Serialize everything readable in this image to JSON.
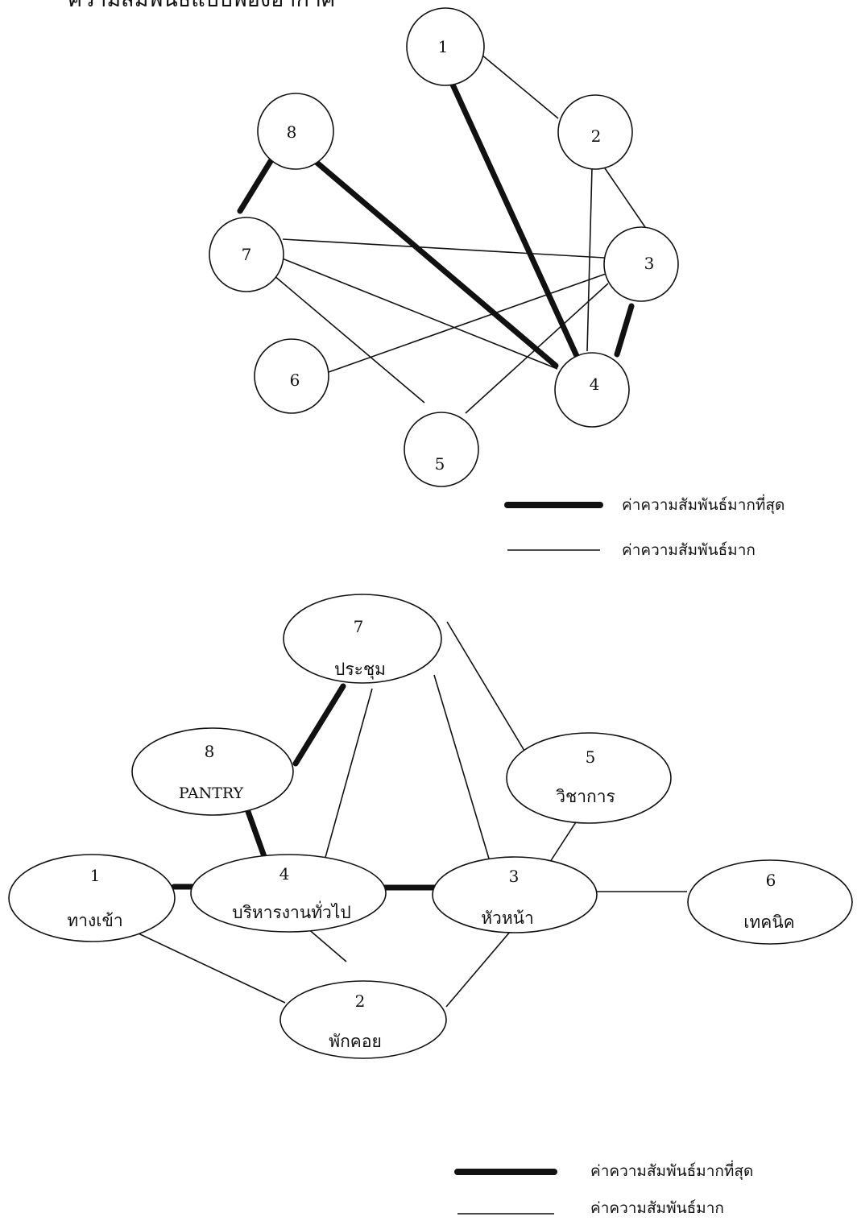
{
  "heading": "ความสัมพันธ์แบบพื้องอากาศ",
  "diagram1": {
    "nodes": [
      "1",
      "2",
      "3",
      "4",
      "5",
      "6",
      "7",
      "8"
    ],
    "strong_links": [
      [
        "1",
        "4"
      ],
      [
        "3",
        "4"
      ],
      [
        "8",
        "4"
      ],
      [
        "8",
        "7"
      ]
    ],
    "moderate_links": [
      [
        "1",
        "2"
      ],
      [
        "2",
        "3"
      ],
      [
        "2",
        "4"
      ],
      [
        "7",
        "3"
      ],
      [
        "7",
        "4"
      ],
      [
        "7",
        "5"
      ],
      [
        "6",
        "3"
      ],
      [
        "5",
        "3"
      ]
    ]
  },
  "legend_top": {
    "strong": "ค่าความสัมพันธ์มากที่สุด",
    "moderate": "ค่าความสัมพันธ์มาก"
  },
  "diagram2": {
    "nodes": [
      {
        "id": "1",
        "name": "ทางเข้า"
      },
      {
        "id": "2",
        "name": "พักคอย"
      },
      {
        "id": "3",
        "name": "หัวหน้า"
      },
      {
        "id": "4",
        "name": "บริหารงานทั่วไป"
      },
      {
        "id": "5",
        "name": "วิชาการ"
      },
      {
        "id": "6",
        "name": "เทคนิค"
      },
      {
        "id": "7",
        "name": "ประชุม"
      },
      {
        "id": "8",
        "name": "PANTRY"
      }
    ],
    "strong_links": [
      [
        "7",
        "8"
      ],
      [
        "8",
        "4"
      ],
      [
        "1",
        "4"
      ],
      [
        "4",
        "3"
      ]
    ],
    "moderate_links": [
      [
        "7",
        "4"
      ],
      [
        "7",
        "3"
      ],
      [
        "7",
        "5"
      ],
      [
        "5",
        "3"
      ],
      [
        "3",
        "6"
      ],
      [
        "1",
        "2"
      ],
      [
        "4",
        "2"
      ],
      [
        "3",
        "2"
      ]
    ]
  },
  "legend_bottom": {
    "strong": "ค่าความสัมพันธ์มากที่สุด",
    "moderate": "ค่าความสัมพันธ์มาก"
  }
}
